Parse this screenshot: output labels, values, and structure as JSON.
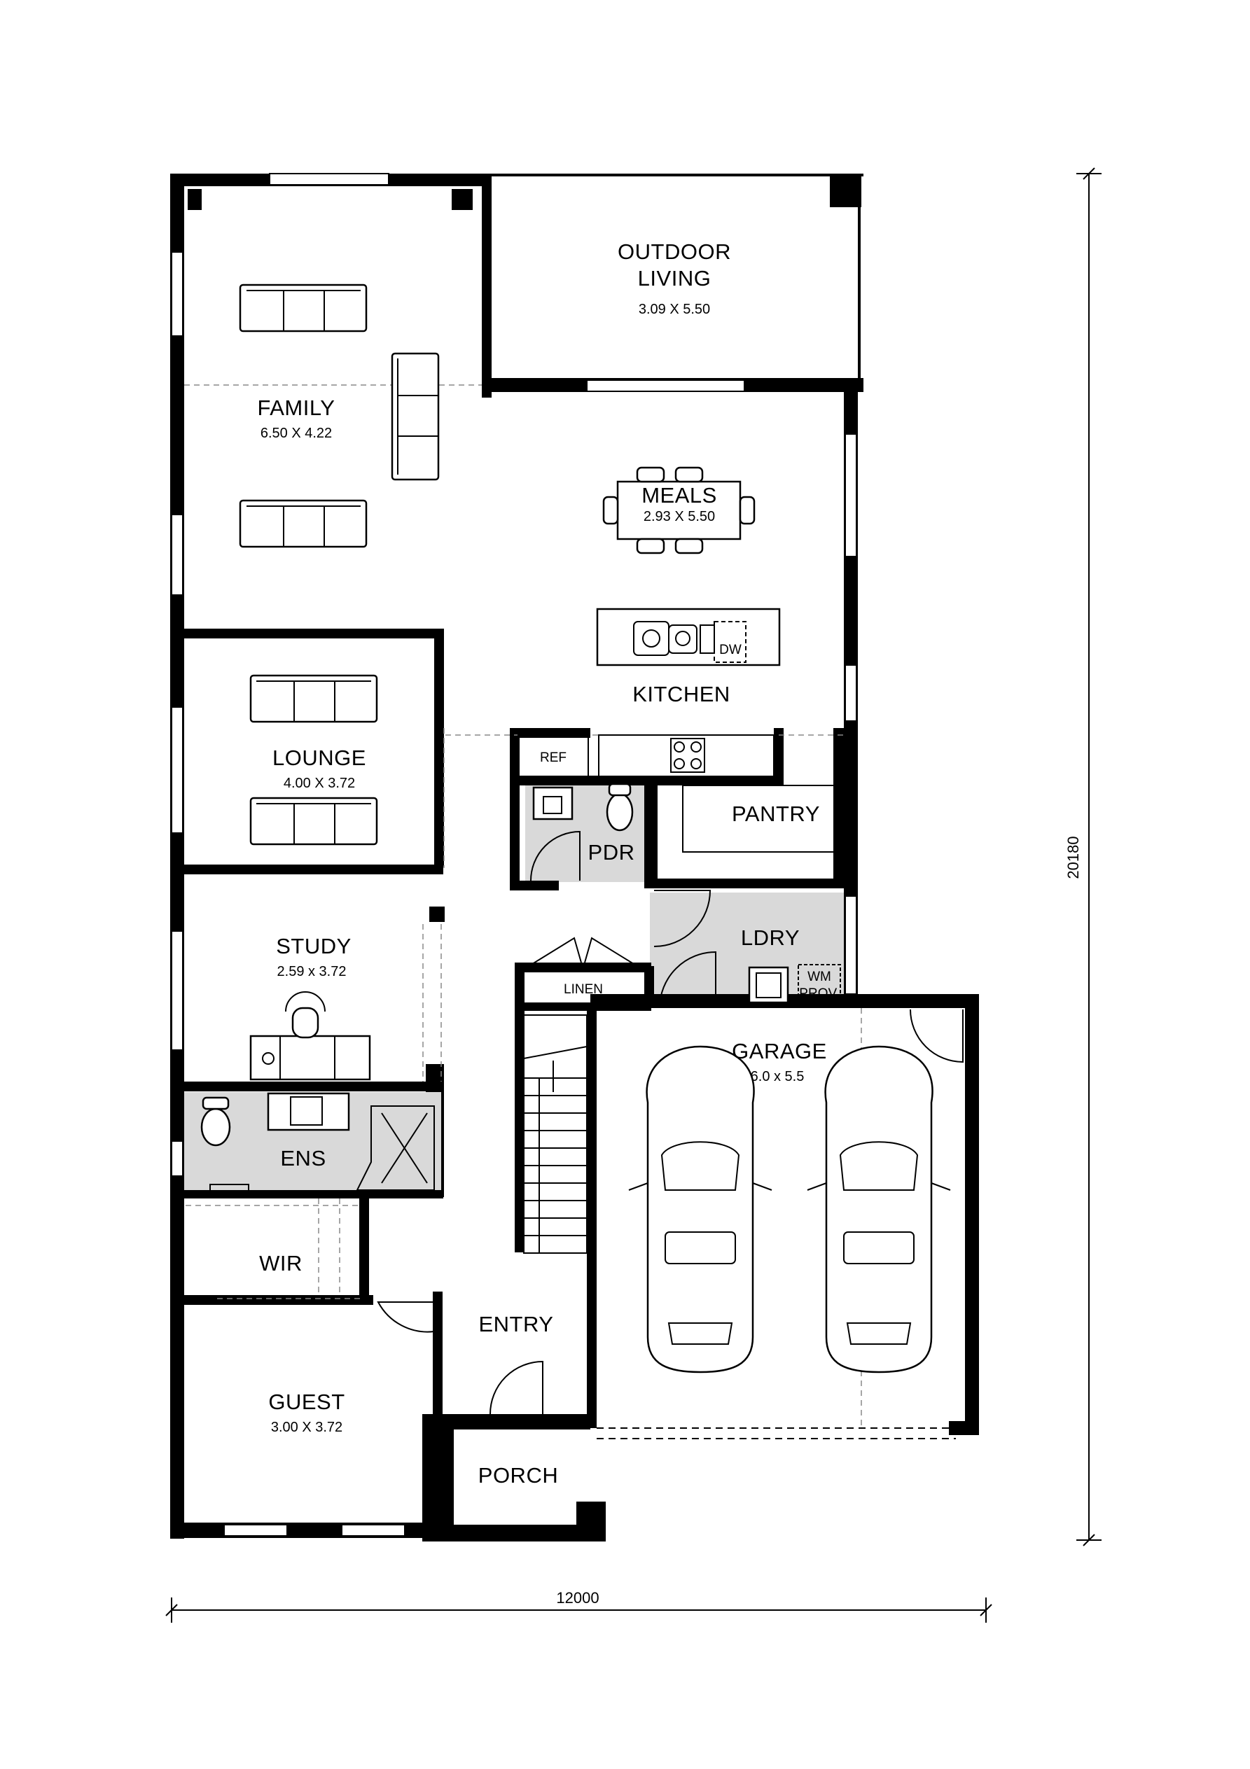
{
  "rooms": {
    "outdoor": {
      "name_line1": "OUTDOOR",
      "name_line2": "LIVING",
      "dims": "3.09 X 5.50"
    },
    "family": {
      "name": "FAMILY",
      "dims": "6.50 X  4.22"
    },
    "meals": {
      "name": "MEALS",
      "dims": "2.93 X 5.50"
    },
    "kitchen": {
      "name": "KITCHEN"
    },
    "lounge": {
      "name": "LOUNGE",
      "dims": "4.00 X 3.72"
    },
    "pantry": {
      "name": "PANTRY"
    },
    "pdr": {
      "name": "PDR"
    },
    "ldry": {
      "name": "LDRY"
    },
    "study": {
      "name": "STUDY",
      "dims": "2.59 x 3.72"
    },
    "linen": {
      "name": "LINEN"
    },
    "garage": {
      "name": "GARAGE",
      "dims": "6.0 x 5.5"
    },
    "ens": {
      "name": "ENS"
    },
    "wir": {
      "name": "WIR"
    },
    "entry": {
      "name": "ENTRY"
    },
    "guest": {
      "name": "GUEST",
      "dims": "3.00 X 3.72"
    },
    "porch": {
      "name": "PORCH"
    }
  },
  "fixtures": {
    "ref": "REF",
    "dw": "DW",
    "wm_line1": "WM",
    "wm_line2": "PROV."
  },
  "dimensions": {
    "width": "12000",
    "depth": "20180"
  }
}
